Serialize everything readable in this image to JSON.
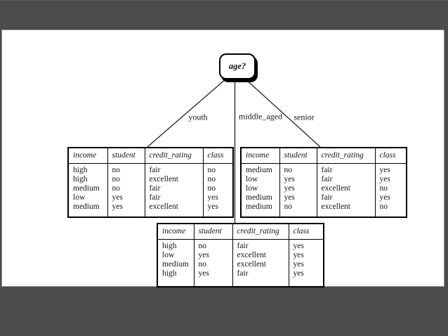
{
  "slide": {
    "tree": {
      "root_label": "age?",
      "branch_labels": [
        "youth",
        "middle_aged",
        "senior"
      ]
    },
    "table_headers": [
      "income",
      "student",
      "credit_rating",
      "class"
    ],
    "partitions": [
      {
        "branch": "youth",
        "rows": [
          [
            "high",
            "no",
            "fair",
            "no"
          ],
          [
            "high",
            "no",
            "excellent",
            "no"
          ],
          [
            "medium",
            "no",
            "fair",
            "no"
          ],
          [
            "low",
            "yes",
            "fair",
            "yes"
          ],
          [
            "medium",
            "yes",
            "excellent",
            "yes"
          ]
        ]
      },
      {
        "branch": "senior",
        "rows": [
          [
            "medium",
            "no",
            "fair",
            "yes"
          ],
          [
            "low",
            "yes",
            "fair",
            "yes"
          ],
          [
            "low",
            "yes",
            "excellent",
            "no"
          ],
          [
            "medium",
            "yes",
            "fair",
            "yes"
          ],
          [
            "medium",
            "no",
            "excellent",
            "no"
          ]
        ]
      },
      {
        "branch": "middle_aged",
        "rows": [
          [
            "high",
            "no",
            "fair",
            "yes"
          ],
          [
            "low",
            "yes",
            "excellent",
            "yes"
          ],
          [
            "medium",
            "no",
            "excellent",
            "yes"
          ],
          [
            "high",
            "yes",
            "fair",
            "yes"
          ]
        ]
      }
    ],
    "colors": {
      "backdrop": "#4b4b4b",
      "slide_bg": "#ffffff",
      "frame_line": "#8f8f8f",
      "ink": "#141414"
    }
  }
}
